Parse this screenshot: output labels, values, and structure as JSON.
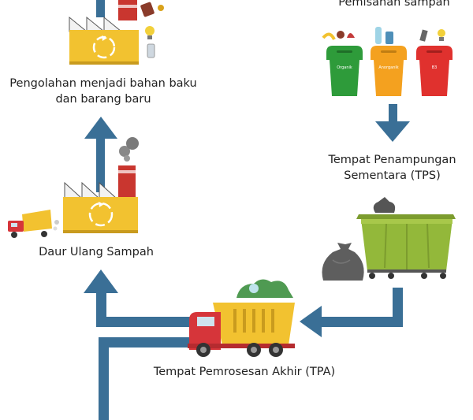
{
  "labels": {
    "separation": "Pemisahan sampah",
    "processing_line1": "Pengolahan menjadi bahan baku",
    "processing_line2": "dan barang baru",
    "tps_line1": "Tempat Penampungan",
    "tps_line2": "Sementara (TPS)",
    "recycling": "Daur Ulang Sampah",
    "tpa": "Tempat Pemrosesan Akhir (TPA)"
  },
  "bins": [
    {
      "label": "Organik",
      "color": "#2e9b3a"
    },
    {
      "label": "Anorganik",
      "color": "#f4a11f"
    },
    {
      "label": "B3",
      "color": "#e0312e"
    }
  ],
  "colors": {
    "arrow": "#3a6f96",
    "factory": "#f2c230",
    "container": "#93b83a",
    "truck_cab": "#d6353a",
    "truck_bed": "#f2c230"
  }
}
